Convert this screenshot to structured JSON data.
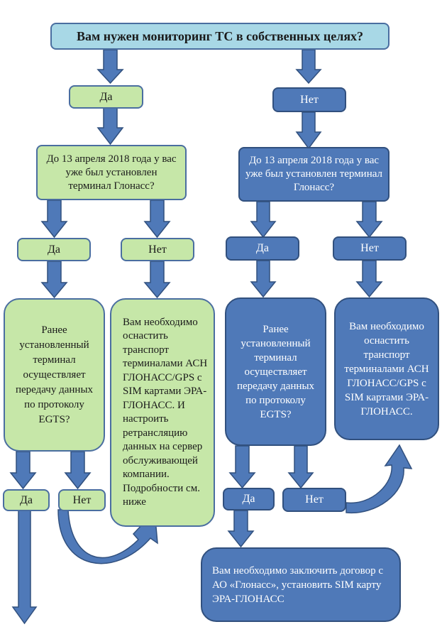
{
  "question": "Вам нужен мониторинг ТС в собственных целях?",
  "left_branch": {
    "answer": "Да",
    "question": "До 13 апреля 2018 года у вас уже был установлен терминал Глонасс?",
    "yes": "Да",
    "no": "Нет",
    "yes_question": "Ранее установленный терминал осуществляет передачу данных по протоколу EGTS?",
    "no_result": "Вам необходимо оснастить транспорт терминалами АСН ГЛОНАСС/GPS с SIM картами ЭРА-ГЛОНАСС. И настроить ретрансляцию данных на сервер обслуживающей компании. Подробности см. ниже",
    "egts_yes": "Да",
    "egts_no": "Нет"
  },
  "right_branch": {
    "answer": "Нет",
    "question": "До 13 апреля 2018 года у вас уже был установлен терминал Глонасс?",
    "yes": "Да",
    "no": "Нет",
    "yes_question": "Ранее установленный терминал осуществляет передачу данных по протоколу EGTS?",
    "no_result": "Вам необходимо оснастить транспорт терминалами АСН ГЛОНАСС/GPS с SIM картами ЭРА-ГЛОНАСС.",
    "egts_yes": "Да",
    "egts_no": "Нет",
    "contract": "Вам необходимо заключить договор с АО «Глонасс», установить SIM карту ЭРА-ГЛОНАСС"
  },
  "colors": {
    "green": "#c6e7a8",
    "blue": "#4f79b8",
    "teal": "#a8d8e6",
    "arrow": "#4f79b8"
  }
}
